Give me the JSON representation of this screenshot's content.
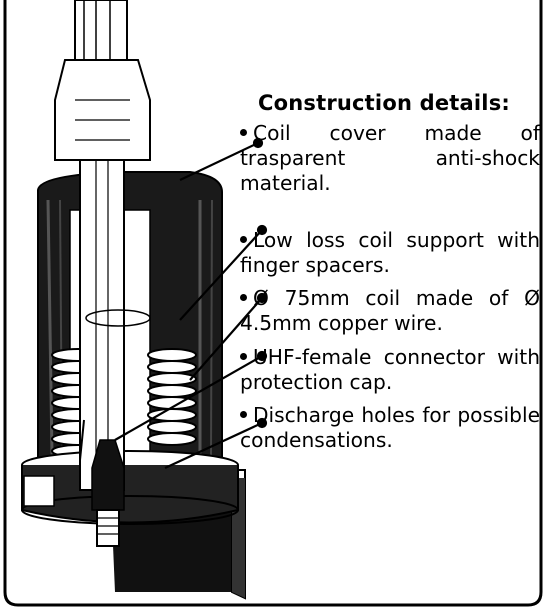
{
  "heading": "Construction details:",
  "details": [
    {
      "text": "Coil cover made of trasparent anti-shock material."
    },
    {
      "text": "Low loss coil support with finger spacers."
    },
    {
      "text": "Ø 75mm coil made of Ø 4.5mm copper wire."
    },
    {
      "text": "UHF-female connector with protection cap."
    },
    {
      "text": "Discharge holes for possible condensations."
    }
  ],
  "colors": {
    "ink": "#000000",
    "background": "#ffffff",
    "shade": "#2a2a2a"
  }
}
